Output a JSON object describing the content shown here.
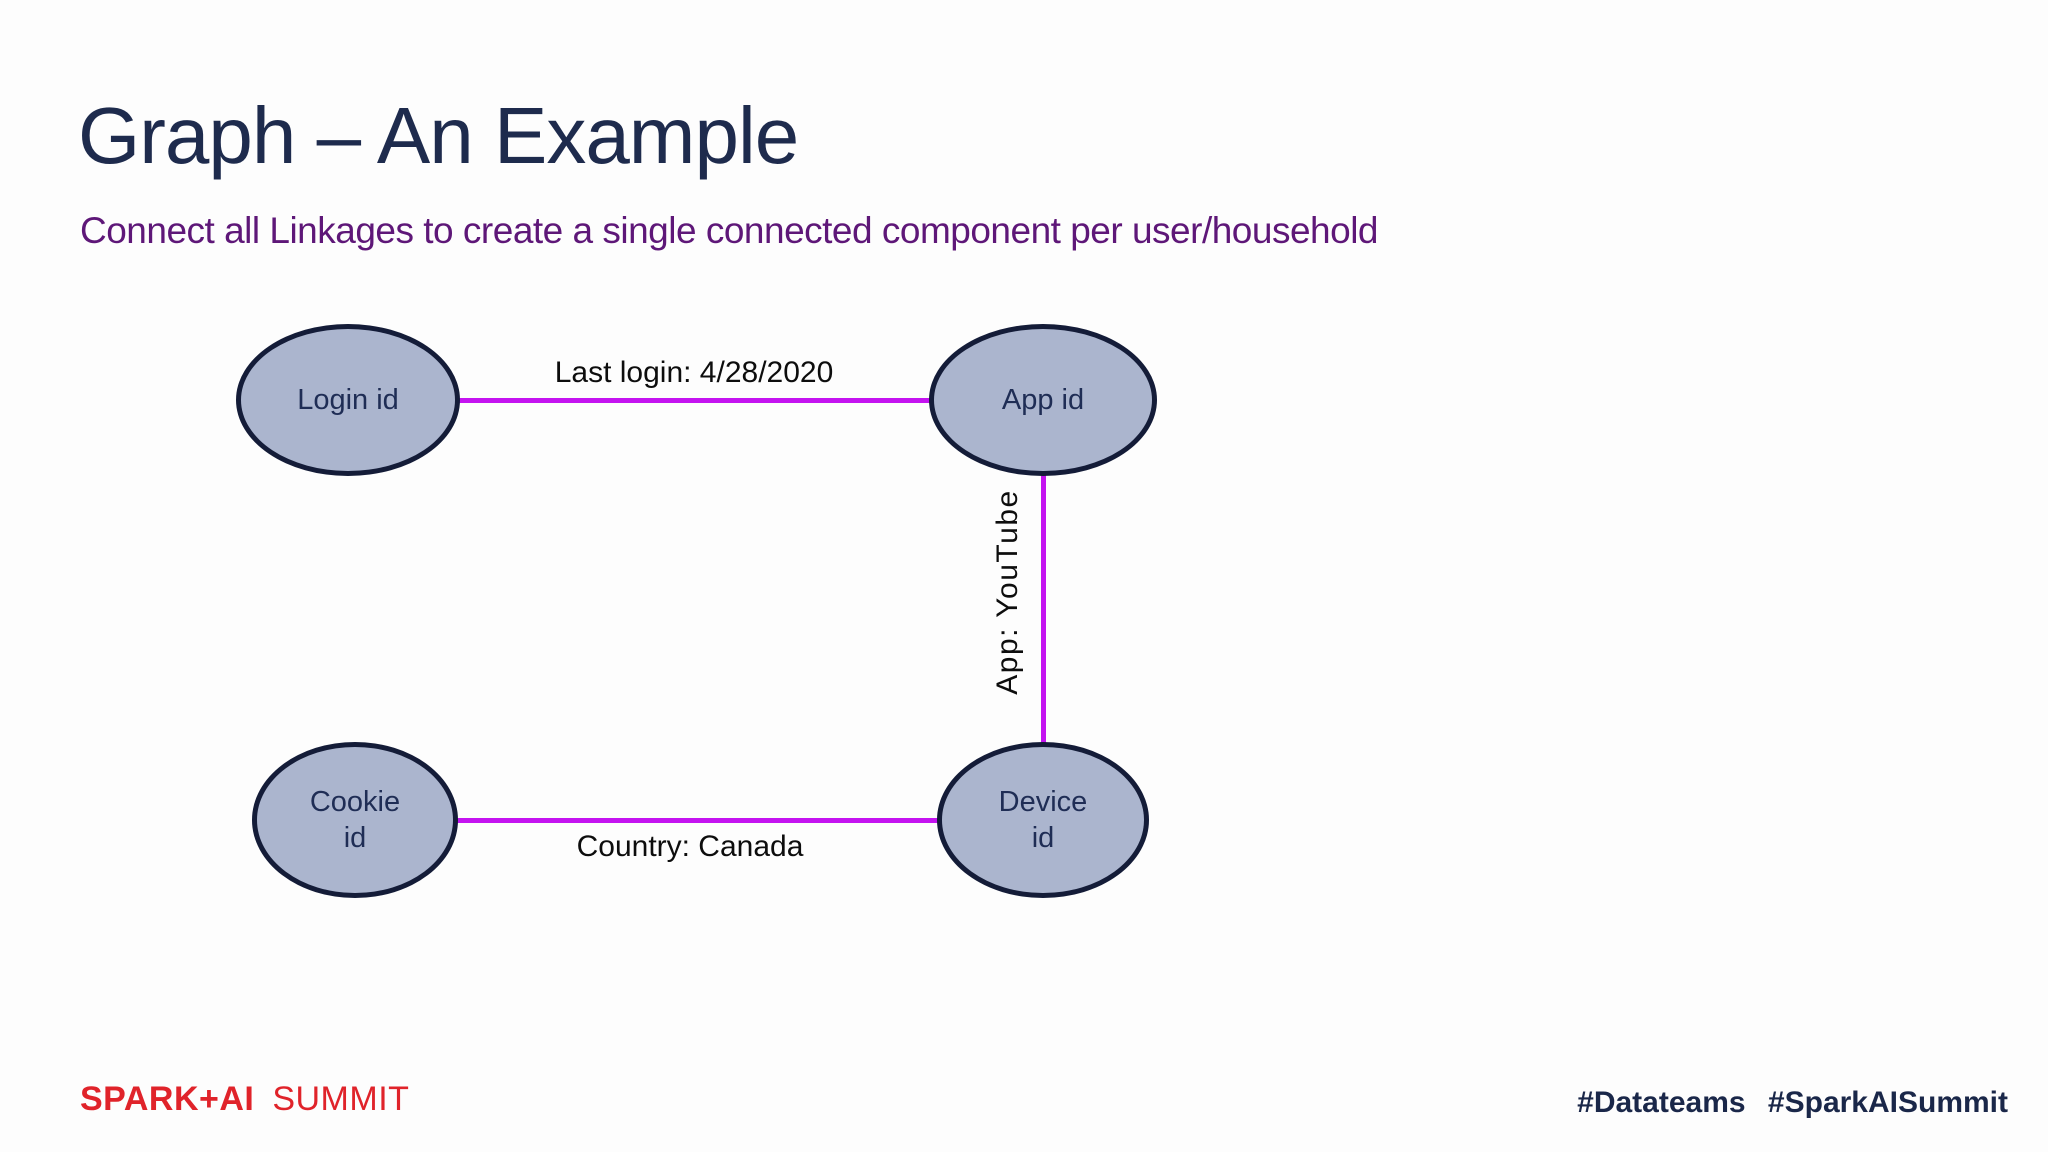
{
  "slide": {
    "title": "Graph – An Example",
    "subtitle": "Connect all Linkages to create a single connected component per user/household"
  },
  "diagram": {
    "nodes": [
      {
        "id": "login-id",
        "label": "Login id"
      },
      {
        "id": "app-id",
        "label": "App id"
      },
      {
        "id": "cookie-id",
        "label": "Cookie\nid"
      },
      {
        "id": "device-id",
        "label": "Device\nid"
      }
    ],
    "edges": [
      {
        "from": "Login id",
        "to": "App id",
        "orientation": "horizontal",
        "label": "Last login: 4/28/2020"
      },
      {
        "from": "App id",
        "to": "Device id",
        "orientation": "vertical",
        "label": "App: YouTube"
      },
      {
        "from": "Cookie id",
        "to": "Device id",
        "orientation": "horizontal",
        "label": "Country: Canada"
      }
    ],
    "colors": {
      "node_fill": "#abb5ce",
      "node_border": "#141c38",
      "node_text": "#1f2d55",
      "edge": "#c413f0",
      "edge_label": "#0d0d0d",
      "title": "#1e2b4d",
      "subtitle": "#5e1778"
    }
  },
  "footer": {
    "logo_primary": "SPARK+AI",
    "logo_secondary": "SUMMIT",
    "logo_color": "#e0232a",
    "hashtag_1": "#Datateams",
    "hashtag_2": "#SparkAISummit",
    "hashtag_color": "#1a2749"
  }
}
